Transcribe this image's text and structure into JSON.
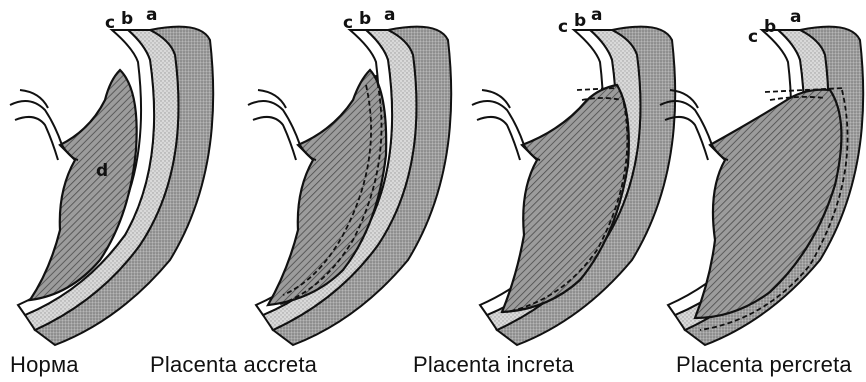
{
  "layer_letters": {
    "a": "a",
    "b": "b",
    "c": "c",
    "d": "d"
  },
  "panels": [
    {
      "caption": "Норма",
      "kind": "normal"
    },
    {
      "caption": "Placenta accreta",
      "kind": "accreta"
    },
    {
      "caption": "Placenta increta",
      "kind": "increta"
    },
    {
      "caption": "Placenta percreta",
      "kind": "percreta"
    }
  ],
  "colors": {
    "myometrium": "#9a9a9a",
    "decidua": "#d6d6d6",
    "placenta": "#8c8c8c",
    "outline": "#111111",
    "background": "#ffffff"
  }
}
